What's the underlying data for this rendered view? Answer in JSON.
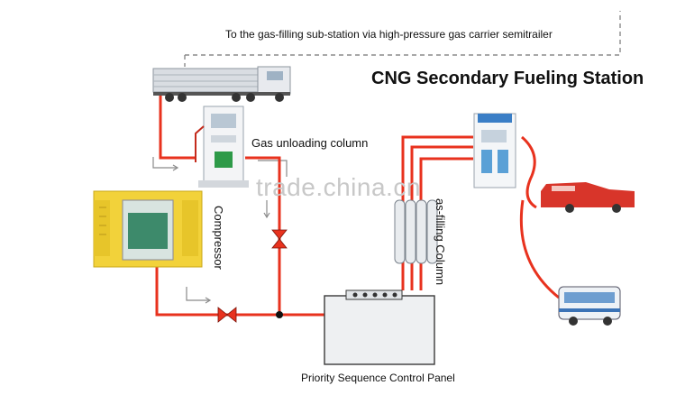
{
  "title": "CNG Secondary Fueling Station",
  "top_caption": "To the gas-filling sub-station via high-pressure gas carrier semitrailer",
  "labels": {
    "gas_unloading_column": "Gas unloading column",
    "compressor": "Compressor",
    "gas_filling_column": "as-filling Column",
    "priority_panel": "Priority Sequence Control Panel"
  },
  "watermark": "trade.china.cn",
  "colors": {
    "pipe": "#e8321e",
    "dashed_route": "#8a8a8a",
    "compressor_housing": "#f2d23a",
    "text": "#111111"
  }
}
